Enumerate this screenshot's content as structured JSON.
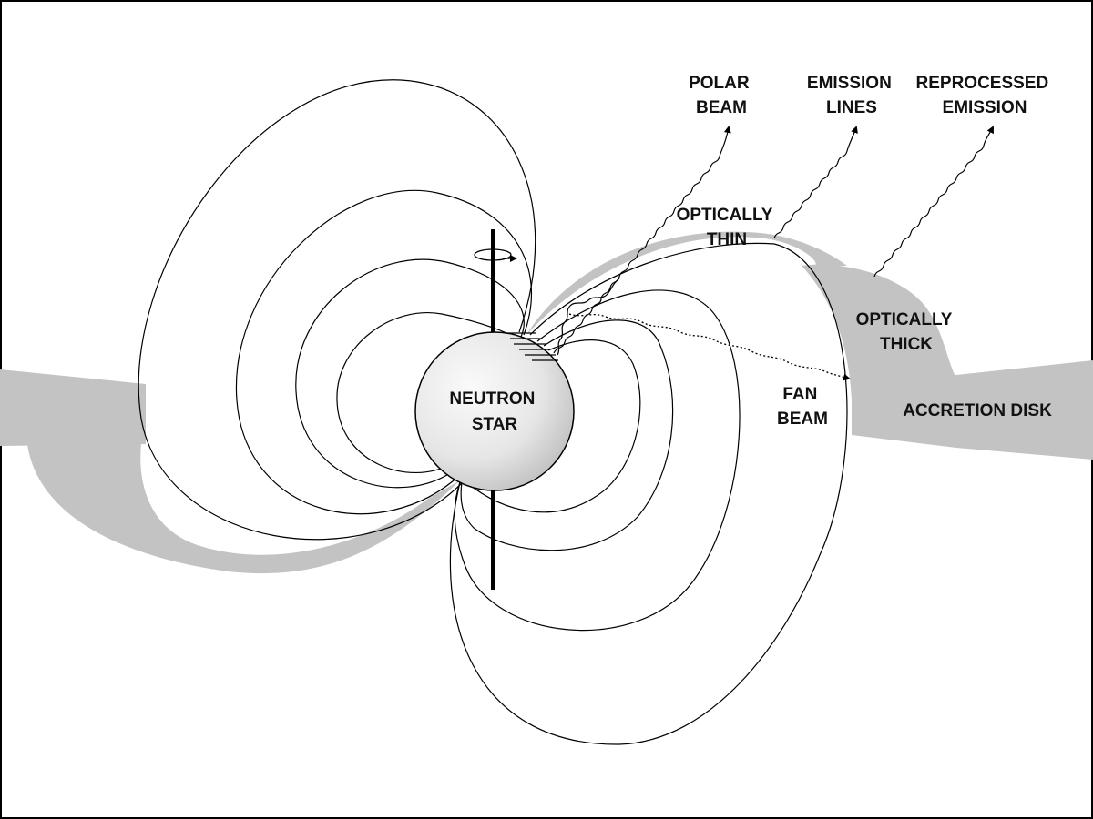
{
  "labels": {
    "neutron_star": [
      "NEUTRON",
      "STAR"
    ],
    "polar_beam": [
      "POLAR",
      "BEAM"
    ],
    "emission_lines": [
      "EMISSION",
      "LINES"
    ],
    "reprocessed_emission": [
      "REPROCESSED",
      "EMISSION"
    ],
    "optically_thin": [
      "OPTICALLY",
      "THIN"
    ],
    "optically_thick": [
      "OPTICALLY",
      "THICK"
    ],
    "fan_beam": [
      "FAN",
      "BEAM"
    ],
    "accretion_disk": "ACCRETION DISK"
  },
  "colors": {
    "background": "#ffffff",
    "disk_fill": "#c3c3c3",
    "line": "#000000",
    "star_fill": "#dcdcdc"
  }
}
